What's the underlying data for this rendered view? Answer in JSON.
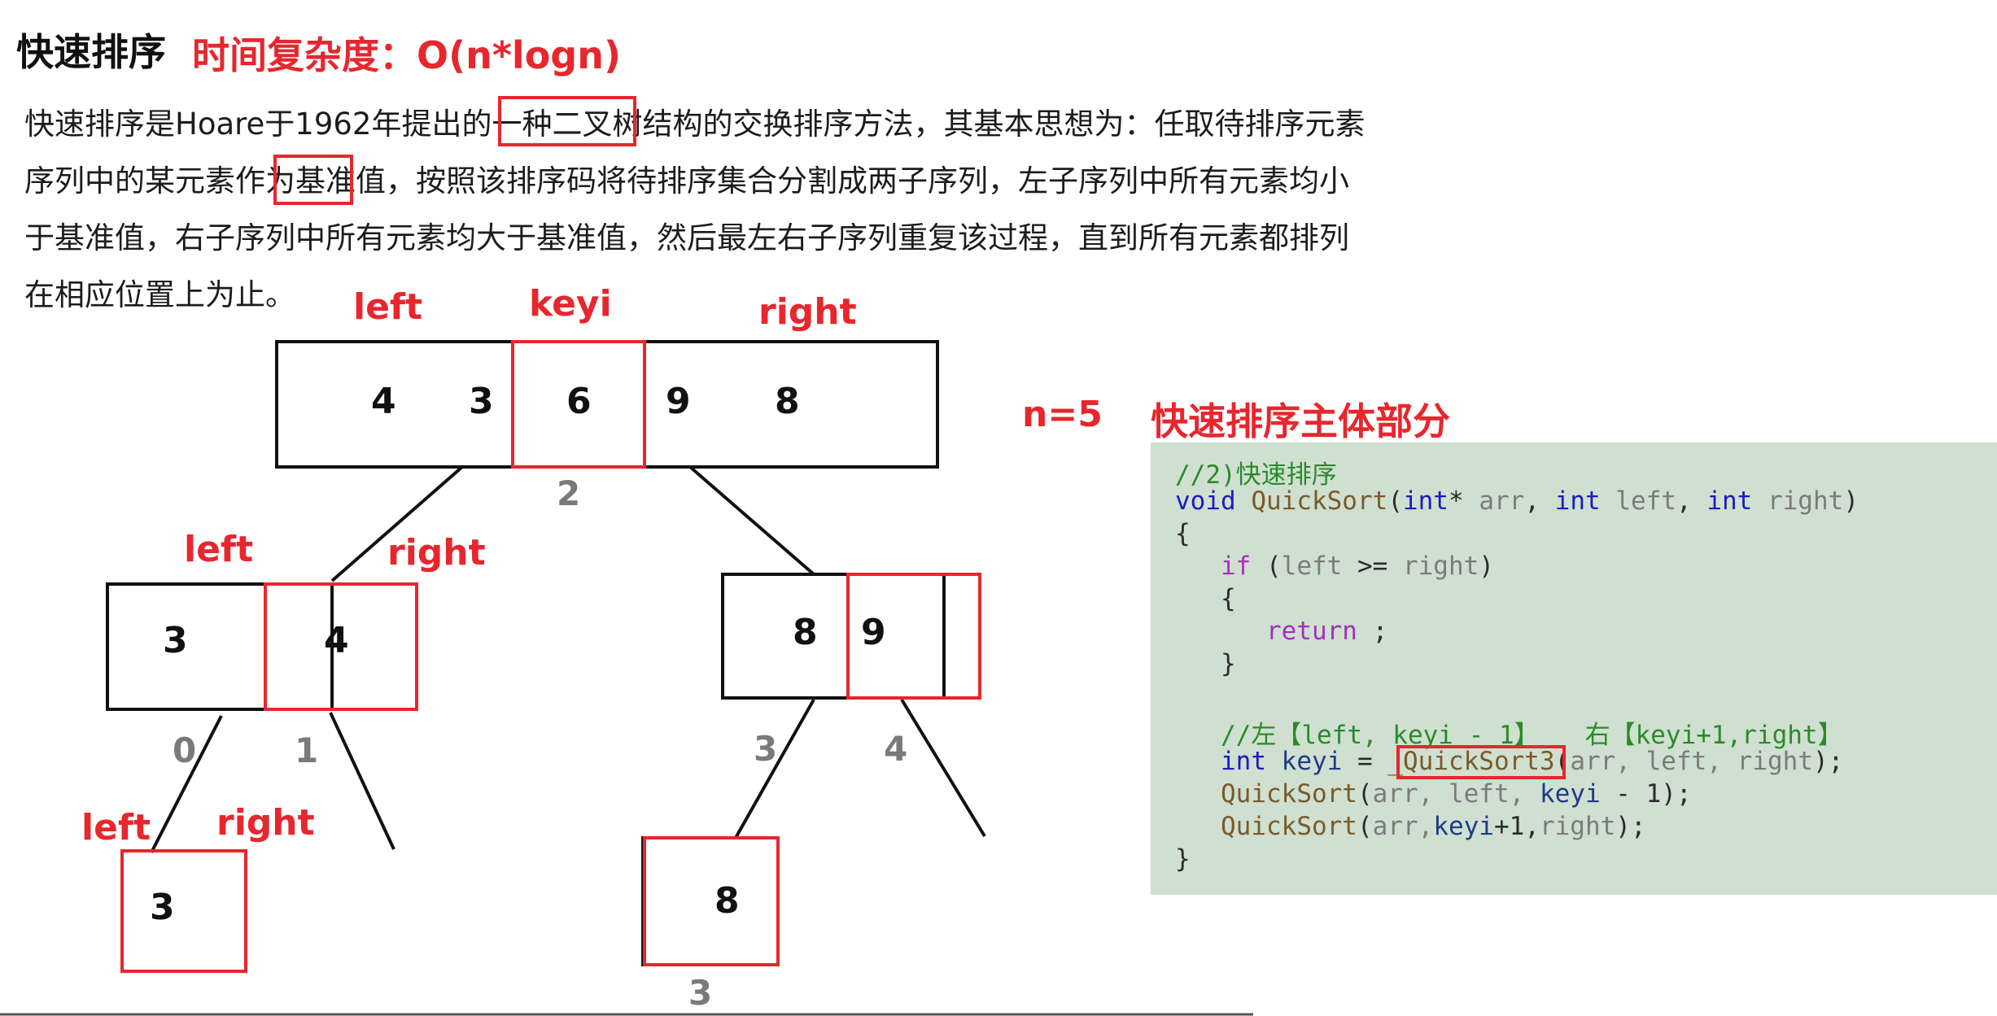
{
  "header": {
    "title": "快速排序",
    "complexity": "时间复杂度：O(n*logn)"
  },
  "intro": {
    "line1_a": "快速排序是Hoare于1962年提出的一种",
    "line1_hl": "二叉树结构",
    "line1_b": "的交换排序方法，其基本思想为：任取待排序元素",
    "line2_a": "序列中的某元素作为",
    "line2_hl": "基准值",
    "line2_b": "，按照该排序码将待排序集合分割成两子序列，左子序列中所有元素均小",
    "line3": "于基准值，右子序列中所有元素均大于基准值，然后最左右子序列重复该过程，直到所有元素都排列",
    "line4": "在相应位置上为止。"
  },
  "tree": {
    "root": {
      "label_left": "left",
      "label_keyi": "keyi",
      "label_right": "right",
      "values": [
        "4",
        "3",
        "6",
        "9",
        "8"
      ],
      "key_index": "2"
    },
    "left_child": {
      "label_left": "left",
      "label_right": "right",
      "values": [
        "3",
        "4"
      ],
      "indices": [
        "0",
        "1"
      ]
    },
    "right_child": {
      "values": [
        "8",
        "9"
      ],
      "indices": [
        "3",
        "4"
      ]
    },
    "left_leaf": {
      "label_left": "left",
      "label_right": "right",
      "value": "3"
    },
    "right_leaf": {
      "value": "8",
      "index": "3"
    }
  },
  "side": {
    "n_label": "n=5",
    "heading": "快速排序主体部分"
  },
  "code": {
    "comment1": "//2)快速排序",
    "line_sig_void": "void",
    "line_sig_fn": "QuickSort",
    "line_sig_open": "(",
    "line_sig_int1": "int",
    "line_sig_star": "*",
    "line_sig_arr": "arr",
    "line_sig_c1": ", ",
    "line_sig_int2": "int",
    "line_sig_left": "left",
    "line_sig_c2": ", ",
    "line_sig_int3": "int",
    "line_sig_right": "right",
    "line_sig_close": ")",
    "brace_open": "{",
    "if_kw": "if",
    "if_open": " (",
    "if_left": "left",
    "if_op": " >= ",
    "if_right": "right",
    "if_close": ")",
    "inner_open": "{",
    "return_kw": "return",
    "return_end": " ;",
    "inner_close": "}",
    "comment2": "//左【left, keyi - 1】   右【keyi+1,right】",
    "assign_int": "int",
    "assign_var": "keyi",
    "assign_eq": " = ",
    "assign_fn": "_QuickSort3",
    "assign_open": "(",
    "assign_args": "arr, left, right",
    "assign_close": ");",
    "call1_fn": "QuickSort",
    "call1_open": "(",
    "call1_args1": "arr, left, ",
    "call1_keyi": "keyi",
    "call1_rest": " - 1);",
    "call2_fn": "QuickSort",
    "call2_open": "(",
    "call2_arr": "arr,",
    "call2_keyi": "keyi",
    "call2_mid": "+1,",
    "call2_right": "right",
    "call2_close": ");",
    "brace_close": "}"
  }
}
